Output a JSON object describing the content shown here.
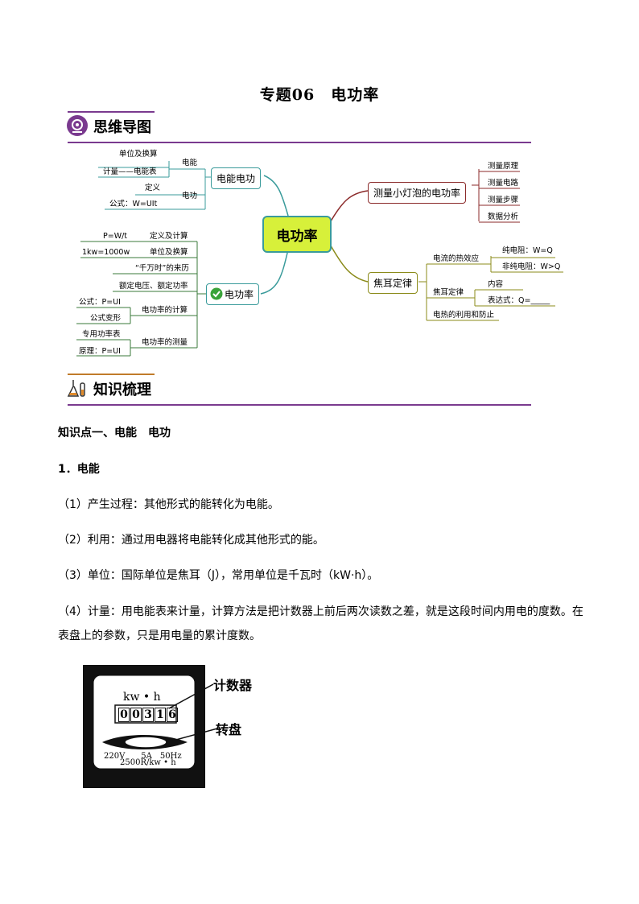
{
  "title": "专题06　电功率",
  "sections": {
    "mindmap_label": "思维导图",
    "knowledge_label": "知识梳理"
  },
  "mindmap": {
    "center": "电功率",
    "branches": {
      "energy_work": {
        "label": "电能电功",
        "items": [
          "单位及换算",
          "计量——电能表",
          "定义",
          "公式：W=UIt"
        ],
        "subs": [
          "电能",
          "电功"
        ]
      },
      "power": {
        "label": "电功率",
        "items": [
          "P=W/t",
          "1kw=1000w",
          "“千万时”的来历",
          "额定电压、额定功率",
          "公式：P=UI",
          "公式变形",
          "专用功率表",
          "原理：P=UI"
        ],
        "subs": [
          "定义及计算",
          "单位及换算",
          "电功率的计算",
          "电功率的测量"
        ]
      },
      "bulb": {
        "label": "测量小灯泡的电功率",
        "items": [
          "测量原理",
          "测量电路",
          "测量步骤",
          "数据分析"
        ]
      },
      "joule": {
        "label": "焦耳定律",
        "items": [
          "电流的热效应",
          "纯电阻：W=Q",
          "非纯电阻：W>Q",
          "焦耳定律",
          "内容",
          "表达式：Q=_____",
          "电热的利用和防止"
        ]
      }
    }
  },
  "body": {
    "kp_heading": "知识点一、电能　电功",
    "sub_heading": "1．电能",
    "paragraphs": [
      "（1）产生过程：其他形式的能转化为电能。",
      "（2）利用：通过用电器将电能转化成其他形式的能。",
      "（3）单位：国际单位是焦耳（J），常用单位是千瓦时（kW·h）。",
      "（4）计量：用电能表来计量，计算方法是把计数器上前后两次读数之差，就是这段时间内用电的度数。在表盘上的参数，只是用电量的累计度数。"
    ]
  },
  "figure": {
    "unit": "kw • h",
    "digits": [
      "0",
      "0",
      "3",
      "1",
      "6"
    ],
    "specs": "220V　　5A　50Hz",
    "rev": "2500R/kw • h",
    "callout_counter": "计数器",
    "callout_dial": "转盘"
  }
}
